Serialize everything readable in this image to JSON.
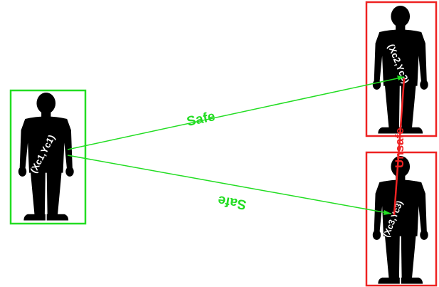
{
  "colors": {
    "safe": "#22dd22",
    "unsafe": "#ee2222",
    "person": "#000000",
    "centroid_text": "#ffffff"
  },
  "persons": [
    {
      "centroid_label": "(Xc1,Yc1)",
      "status_color": "#22dd22"
    },
    {
      "centroid_label": "(Xc2,Yc2)",
      "status_color": "#ee2222"
    },
    {
      "centroid_label": "(Xc3,Yc3)",
      "status_color": "#ee2222"
    }
  ],
  "links": [
    {
      "label": "Safe",
      "status": "safe"
    },
    {
      "label": "Safe",
      "status": "safe"
    },
    {
      "label": "Unsafe",
      "status": "unsafe"
    }
  ]
}
